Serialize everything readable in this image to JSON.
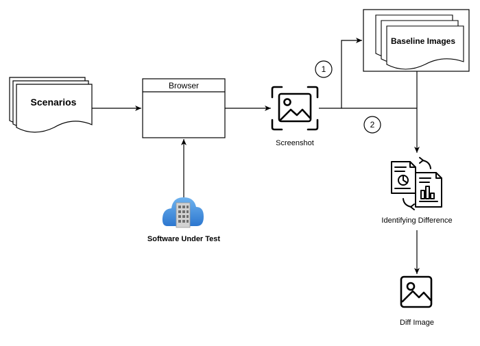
{
  "nodes": {
    "scenarios": {
      "label": "Scenarios"
    },
    "browser": {
      "title": "Browser"
    },
    "screenshot": {
      "label": "Screenshot"
    },
    "baseline": {
      "label": "Baseline Images"
    },
    "sut": {
      "label": "Software Under Test"
    },
    "identify": {
      "label": "Identifying Difference"
    },
    "diff": {
      "label": "Diff Image"
    }
  },
  "steps": [
    {
      "label": "1"
    },
    {
      "label": "2"
    }
  ],
  "colors": {
    "stroke": "#000000",
    "cloud_light": "#5ba3e6",
    "cloud_dark": "#2e7bd2",
    "building": "#c8c8c8"
  }
}
